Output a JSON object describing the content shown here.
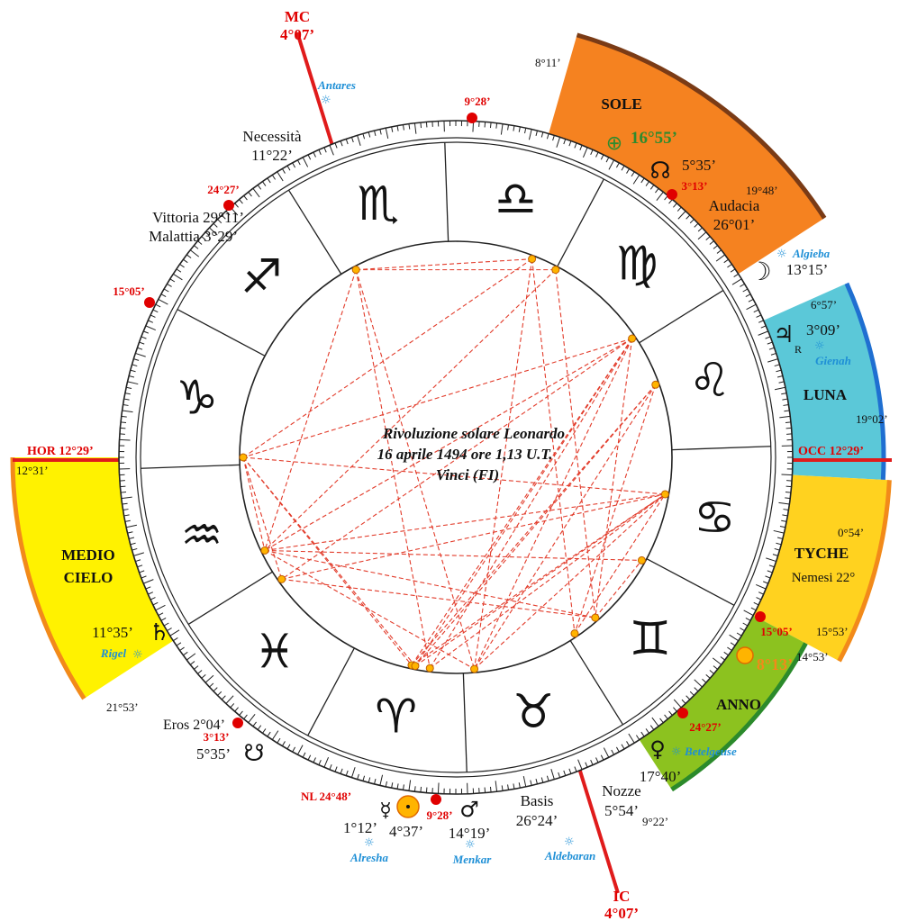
{
  "title": {
    "line1": "Rivoluzione solare Leonardo",
    "line2": "16 aprile 1494 ore 1,13 U.T.",
    "line3": "Vinci (FI)"
  },
  "angles": {
    "mc_label": "MC",
    "mc_degree": "4°07’",
    "ic_label": "IC",
    "ic_degree": "4°07’",
    "hor": "HOR  12°29’",
    "occ": "OCC  12°29’"
  },
  "signs": [
    {
      "name": "Scorpione",
      "glyph": "♏"
    },
    {
      "name": "Bilancia",
      "glyph": "♎"
    },
    {
      "name": "Vergine",
      "glyph": "♍"
    },
    {
      "name": "Leone",
      "glyph": "♌"
    },
    {
      "name": "Cancro",
      "glyph": "♋"
    },
    {
      "name": "Gemelli",
      "glyph": "♊"
    },
    {
      "name": "Toro",
      "glyph": "♉"
    },
    {
      "name": "Ariete",
      "glyph": "♈"
    },
    {
      "name": "Pesci",
      "glyph": "♓"
    },
    {
      "name": "Acquario",
      "glyph": "♒"
    },
    {
      "name": "Capricorno",
      "glyph": "♑"
    },
    {
      "name": "Sagittario",
      "glyph": "♐"
    }
  ],
  "sectors": {
    "sole": {
      "title": "SOLE",
      "start": "8°11’",
      "end": "19°48’",
      "color": "#f58220",
      "border": "#7a3b16"
    },
    "luna": {
      "title": "LUNA",
      "start": "6°57’",
      "end": "19°02’",
      "color": "#5bc8d8",
      "border": "#1f6fd1"
    },
    "tyche": {
      "title": "TYCHE",
      "sub": "Nemesi 22°",
      "start": "0°54’",
      "end": "15°53’",
      "color": "#ffd21f",
      "border": "#f28a1a"
    },
    "anno": {
      "title": "ANNO",
      "start": "14°53’",
      "end": "9°22’",
      "color": "#8cc21f",
      "border": "#2b8a2b"
    },
    "medio_cielo": {
      "title1": "MEDIO",
      "title2": "CIELO",
      "start": "12°31’",
      "end": "21°53’",
      "color": "#fff200",
      "border": "#f28a1a"
    }
  },
  "outer_labels": {
    "necessita": {
      "name": "Necessità",
      "deg": "11°22’"
    },
    "vittoria": "Vittoria 29°11’",
    "malattia": "Malattia 3°29’",
    "audacia": {
      "name": "Audacia",
      "deg": "26°01’"
    },
    "eros": "Eros 2°04’",
    "basis": {
      "name": "Basis",
      "deg": "26°24’"
    },
    "nozze": {
      "name": "Nozze",
      "deg": "5°54’"
    },
    "nl": "NL 24°48’"
  },
  "red_degrees": {
    "d928_top": "9°28’",
    "d2427_left": "24°27’",
    "d1505_left": "15°05’",
    "d313_sole": "3°13’",
    "d1505_right": "15°05’",
    "d2427_right": "24°27’",
    "d313_left": "3°13’",
    "d928_bottom": "9°28’"
  },
  "planets": {
    "sun": {
      "glyph": "⊕",
      "deg": "16°55’"
    },
    "north_node": {
      "glyph": "☊",
      "deg": "5°35’"
    },
    "moon": {
      "glyph": "☽",
      "deg": "13°15’"
    },
    "jupiter": {
      "glyph": "♃",
      "retro": "R",
      "deg": "3°09’"
    },
    "sun_anno": {
      "deg": "8°13’"
    },
    "venus": {
      "glyph": "♀",
      "deg": "17°40’"
    },
    "saturn": {
      "glyph": "♄",
      "deg": "11°35’"
    },
    "south_node": {
      "glyph": "☋",
      "deg": "5°35’"
    },
    "mercury": {
      "glyph": "☿",
      "deg": "1°12’"
    },
    "sun_bottom": {
      "deg": "4°37’"
    },
    "mars": {
      "glyph": "♂",
      "deg": "14°19’"
    }
  },
  "stars": {
    "antares": "Antares",
    "algieba": "Algieba",
    "gienah": "Gienah",
    "rigel": "Rigel",
    "betelgeuse": "Betelgeuse",
    "alresha": "Alresha",
    "menkar": "Menkar",
    "aldebaran": "Aldebaran",
    "star_glyph": "☼"
  },
  "colors": {
    "axis": "#e01b1b",
    "aspect": "#e23b2a",
    "node_fill": "#ffb400",
    "red_dot": "#e00000",
    "star_blue": "#1e8fd6"
  }
}
